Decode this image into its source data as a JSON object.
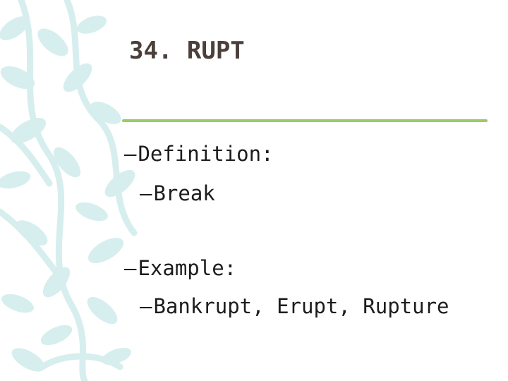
{
  "slide": {
    "title": "34. RUPT",
    "bullets": [
      {
        "dash": "–",
        "text": "Definition:"
      },
      {
        "dash": "–",
        "text": "Break"
      },
      {
        "dash": "–",
        "text": "Example:"
      },
      {
        "dash": "–",
        "text": "Bankrupt, Erupt, Rupture"
      }
    ]
  },
  "colors": {
    "title": "#4a3f3b",
    "accent_rule": "#9acb6b",
    "vine": "#d7eeef",
    "text": "#1c1c1c"
  },
  "decoration": "vine-leaf-pattern"
}
